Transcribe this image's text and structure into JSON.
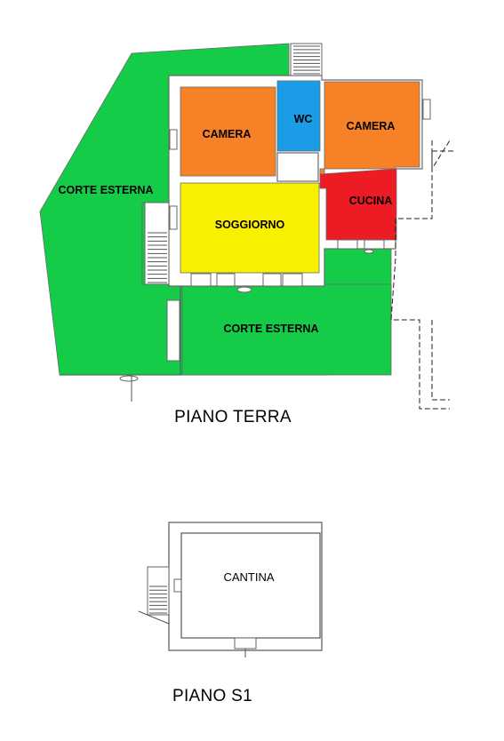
{
  "colors": {
    "corte": "#14cc47",
    "camera": "#f68127",
    "wc": "#1a9ce6",
    "soggiorno": "#f9f000",
    "cucina": "#ed1c24",
    "wall": "#ffffff",
    "outline": "#555555"
  },
  "ground_floor": {
    "title": "PIANO TERRA",
    "rooms": {
      "corte_nord": "CORTE ESTERNA",
      "corte_sud": "CORTE ESTERNA",
      "camera_left": "CAMERA",
      "wc": "WC",
      "camera_right": "CAMERA",
      "soggiorno": "SOGGIORNO",
      "cucina": "CUCINA"
    }
  },
  "basement": {
    "title": "PIANO S1",
    "rooms": {
      "cantina": "CANTINA"
    }
  }
}
